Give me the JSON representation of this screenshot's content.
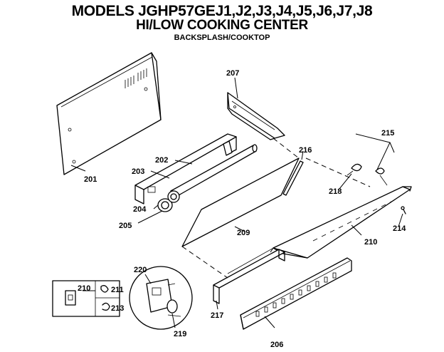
{
  "header": {
    "title_line1": "MODELS JGHP57GEJ1,J2,J3,J4,J5,J6,J7,J8",
    "title_line2": "HI/LOW COOKING CENTER",
    "title_line3": "BACKSPLASH/COOKTOP"
  },
  "labels": {
    "p201": "201",
    "p202": "202",
    "p203": "203",
    "p204": "204",
    "p205": "205",
    "p206": "206",
    "p207": "207",
    "p209": "209",
    "p210": "210",
    "p210b": "210",
    "p211": "211",
    "p213": "213",
    "p214": "214",
    "p215": "215",
    "p216": "216",
    "p217": "217",
    "p218": "218",
    "p219": "219",
    "p220": "220"
  }
}
